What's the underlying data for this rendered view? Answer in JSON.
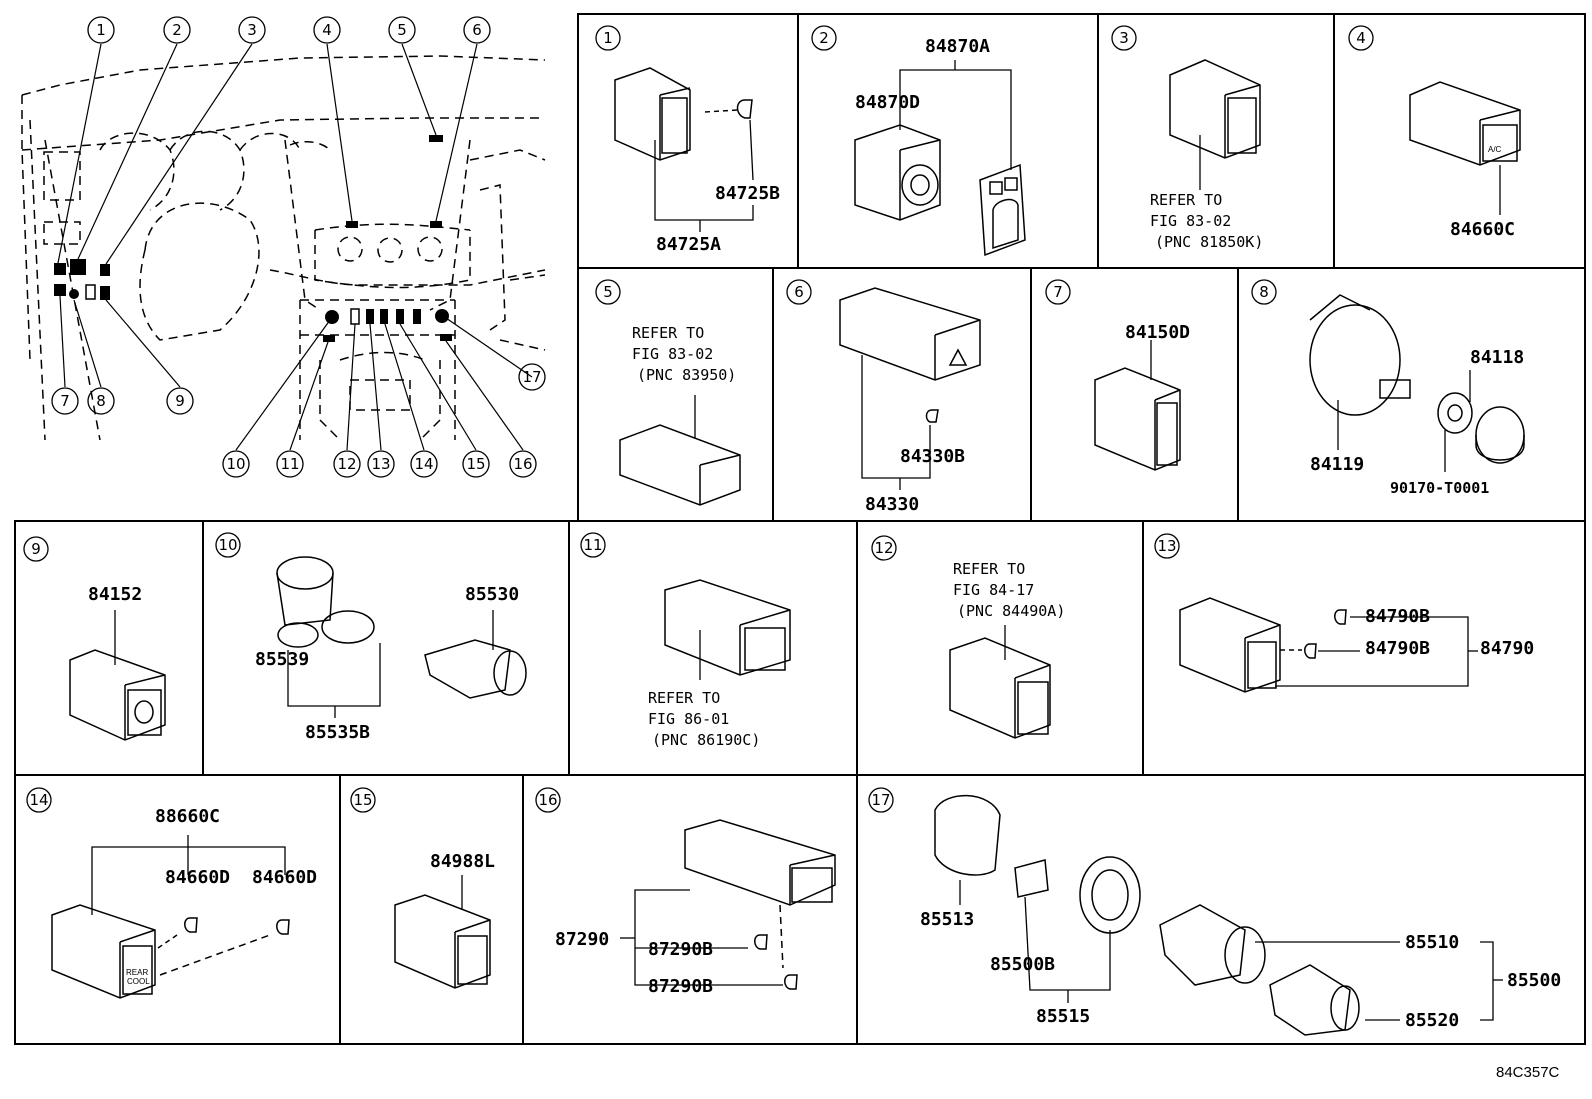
{
  "figure_id": "84C357C",
  "overview": {
    "callouts": [
      "1",
      "2",
      "3",
      "4",
      "5",
      "6",
      "7",
      "8",
      "9",
      "10",
      "11",
      "12",
      "13",
      "14",
      "15",
      "16",
      "17"
    ]
  },
  "panels": [
    {
      "num": "1",
      "parts": [
        "84725B",
        "84725A"
      ]
    },
    {
      "num": "2",
      "parts": [
        "84870A",
        "84870D"
      ]
    },
    {
      "num": "3",
      "ref": [
        "REFER TO",
        "FIG 83-02",
        "(PNC 81850K)"
      ]
    },
    {
      "num": "4",
      "parts": [
        "84660C"
      ],
      "label_ac": "A/C"
    },
    {
      "num": "5",
      "ref": [
        "REFER TO",
        "FIG 83-02",
        "(PNC 83950)"
      ]
    },
    {
      "num": "6",
      "parts": [
        "84330B",
        "84330"
      ]
    },
    {
      "num": "7",
      "parts": [
        "84150D"
      ]
    },
    {
      "num": "8",
      "parts": [
        "84118",
        "84119",
        "90170-T0001"
      ]
    },
    {
      "num": "9",
      "parts": [
        "84152"
      ]
    },
    {
      "num": "10",
      "parts": [
        "85530",
        "85539",
        "85535B"
      ]
    },
    {
      "num": "11",
      "ref": [
        "REFER TO",
        "FIG 86-01",
        "(PNC 86190C)"
      ]
    },
    {
      "num": "12",
      "ref": [
        "REFER TO",
        "FIG 84-17",
        "(PNC 84490A)"
      ]
    },
    {
      "num": "13",
      "parts": [
        "84790B",
        "84790B",
        "84790"
      ]
    },
    {
      "num": "14",
      "parts": [
        "88660C",
        "84660D",
        "84660D"
      ],
      "switch_text": [
        "REAR",
        "COOL"
      ]
    },
    {
      "num": "15",
      "parts": [
        "84988L"
      ]
    },
    {
      "num": "16",
      "parts": [
        "87290",
        "87290B",
        "87290B"
      ]
    },
    {
      "num": "17",
      "parts": [
        "85513",
        "85500B",
        "85515",
        "85510",
        "85500",
        "85520"
      ]
    }
  ]
}
